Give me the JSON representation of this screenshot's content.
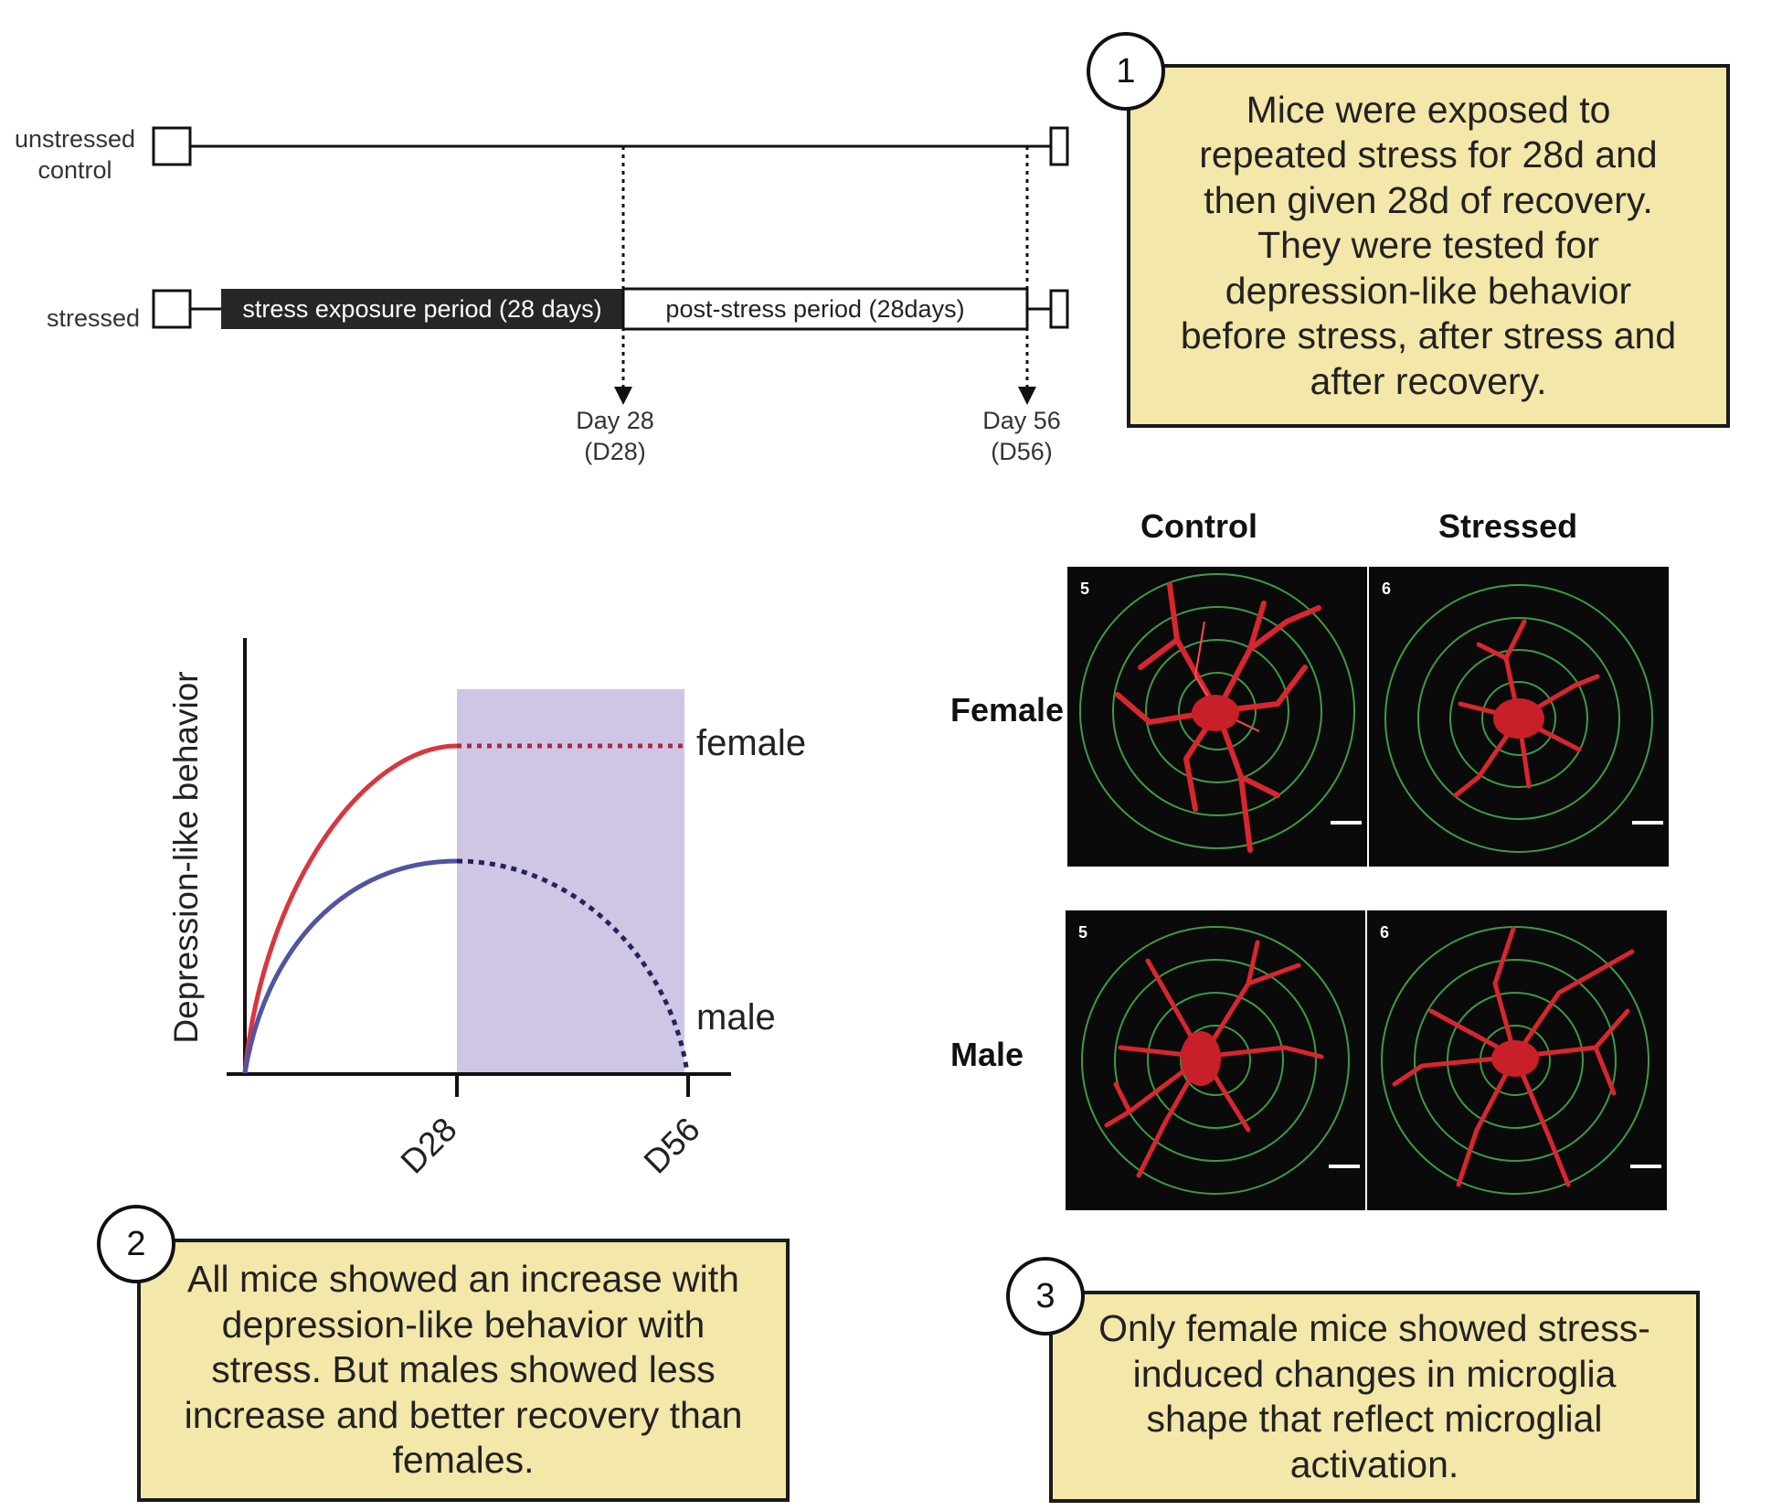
{
  "timeline": {
    "unstressed_label": "unstressed\ncontrol",
    "stressed_label": "stressed",
    "stress_period_label": "stress exposure period (28 days)",
    "post_period_label": "post-stress period (28days)",
    "day28_label": "Day 28\n(D28)",
    "day56_label": "Day 56\n(D56)"
  },
  "callouts": [
    {
      "number": "1",
      "text": "Mice were exposed to repeated stress for 28d and then given 28d of recovery. They were tested for depression-like behavior before stress, after stress and after recovery."
    },
    {
      "number": "2",
      "text": "All mice showed an increase with depression-like behavior with stress. But males showed less increase and better recovery than females."
    },
    {
      "number": "3",
      "text": "Only female mice showed stress-induced changes in microglia shape that reflect microglial activation."
    }
  ],
  "chart": {
    "ylabel": "Depression-like behavior",
    "x_ticks": [
      "D28",
      "D56"
    ],
    "female_label": "female",
    "male_label": "male",
    "colors": {
      "female": "#d9363e",
      "male": "#4f54a3",
      "shade": "#cfc6e6",
      "dotted": "#24235a"
    }
  },
  "microglia": {
    "col_headers": [
      "Control",
      "Stressed"
    ],
    "row_headers": [
      "Female",
      "Male"
    ],
    "tile_numbers": [
      "5",
      "6",
      "5",
      "6"
    ],
    "colors": {
      "background": "#0a0a0a",
      "rings": "#3f9a45",
      "cell": "#d8262f"
    }
  },
  "colors": {
    "callout_fill": "#f3e7a9",
    "stress_bar": "#262626"
  }
}
